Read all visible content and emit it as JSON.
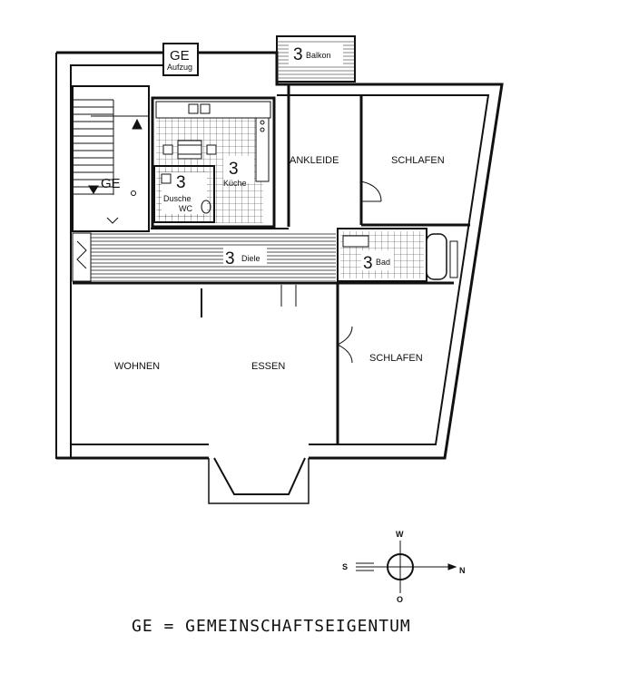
{
  "rooms": {
    "ankleide": "ANKLEIDE",
    "schlafen_top": "SCHLAFEN",
    "wohnen": "WOHNEN",
    "essen": "ESSEN",
    "schlafen_bottom": "SCHLAFEN",
    "kueche_num": "3",
    "kueche": "Küche",
    "dusche_num": "3",
    "dusche": "Dusche",
    "wc": "WC",
    "diele_num": "3",
    "diele": "Diele",
    "bad_num": "3",
    "bad": "Bad",
    "balkon_num": "3",
    "balkon": "Balkon",
    "aufzug_code": "GE",
    "aufzug": "Aufzug",
    "stair_code": "GE"
  },
  "compass": {
    "w": "W",
    "s": "S",
    "n": "N",
    "o": "O"
  },
  "legend": "GE = GEMEINSCHAFTSEIGENTUM",
  "colors": {
    "ink": "#111111",
    "paper": "#ffffff"
  }
}
